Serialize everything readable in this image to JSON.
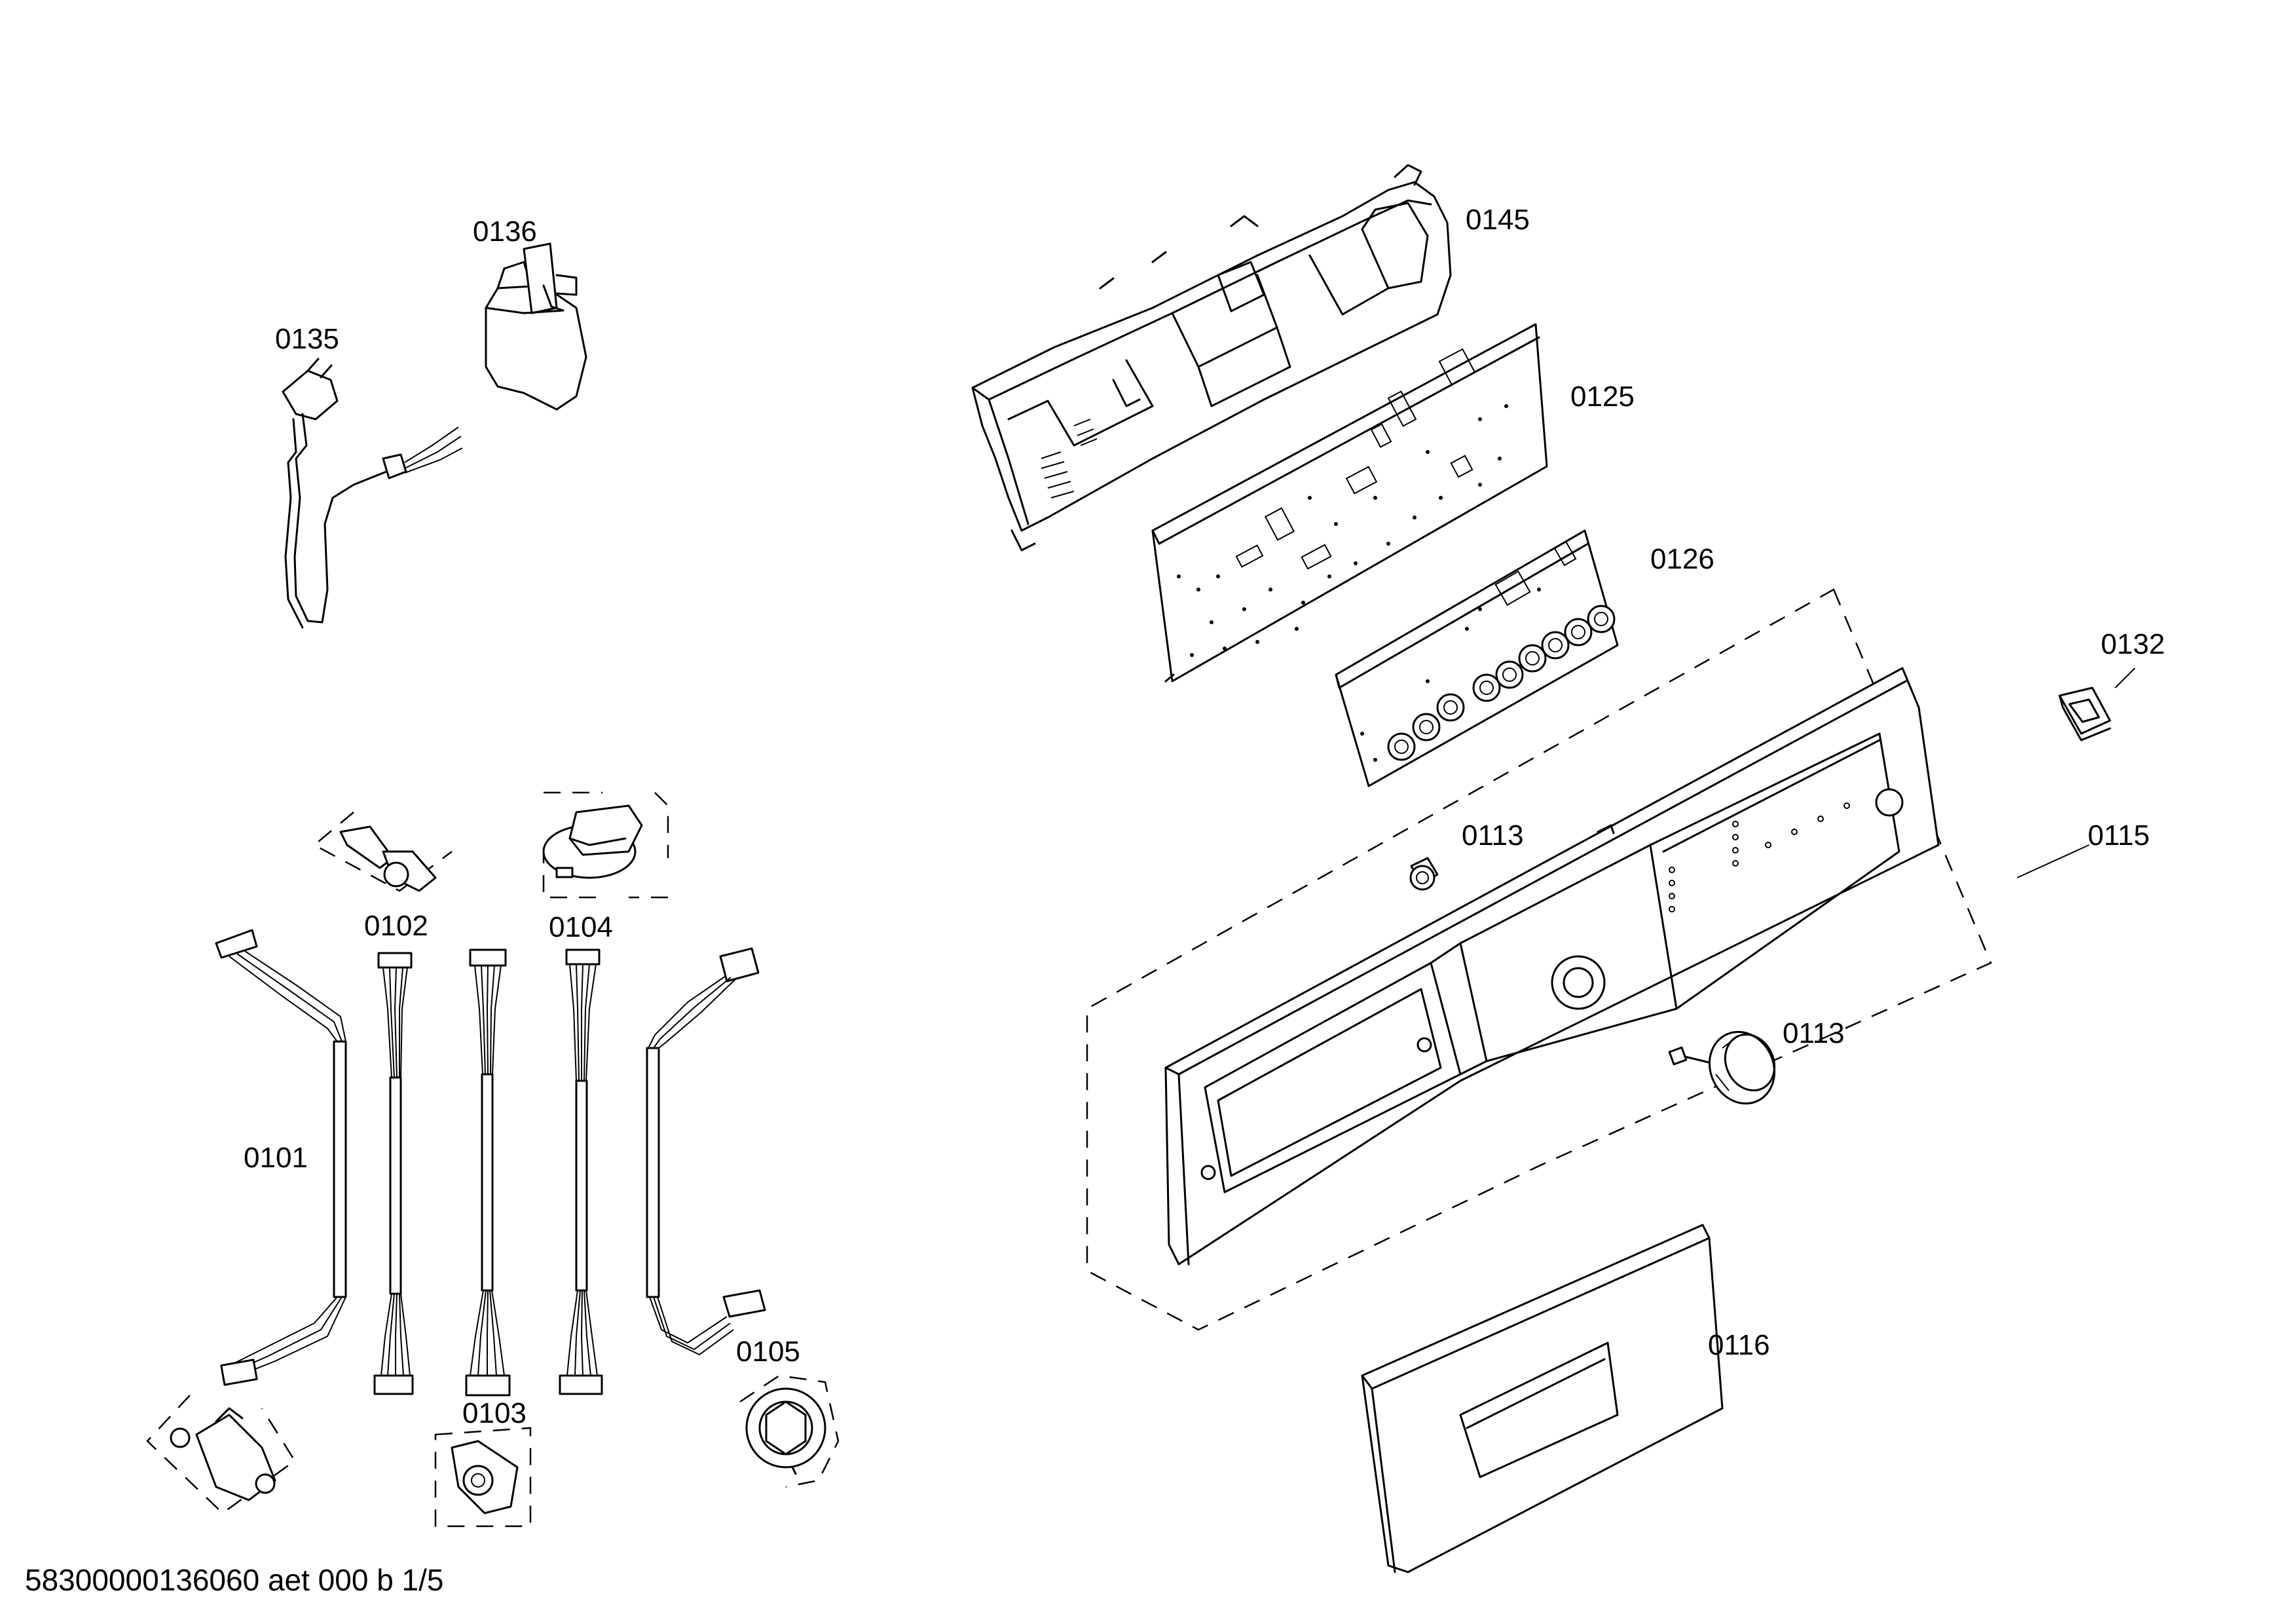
{
  "labels": {
    "p0135": "0135",
    "p0136": "0136",
    "p0145": "0145",
    "p0125": "0125",
    "p0126": "0126",
    "p0132": "0132",
    "p0113a": "0113",
    "p0115": "0115",
    "p0113b": "0113",
    "p0116": "0116",
    "p0102": "0102",
    "p0104": "0104",
    "p0101": "0101",
    "p0103": "0103",
    "p0105": "0105"
  },
  "footer": "58300000136060 aet 000 b 1/5"
}
